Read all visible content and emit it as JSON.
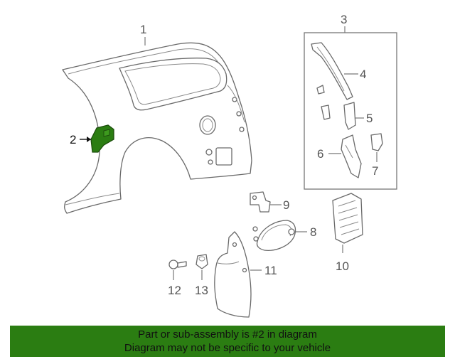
{
  "callouts": {
    "c1": "1",
    "c2": "2",
    "c3": "3",
    "c4": "4",
    "c5": "5",
    "c6": "6",
    "c7": "7",
    "c8": "8",
    "c9": "9",
    "c10": "10",
    "c11": "11",
    "c12": "12",
    "c13": "13"
  },
  "highlight_part": "2",
  "colors": {
    "highlight": "#2b7d12",
    "line": "#6a6a6a"
  },
  "banner": {
    "line1": "Part or sub-assembly is #2 in diagram",
    "line2": "Diagram may not be specific to your vehicle"
  }
}
